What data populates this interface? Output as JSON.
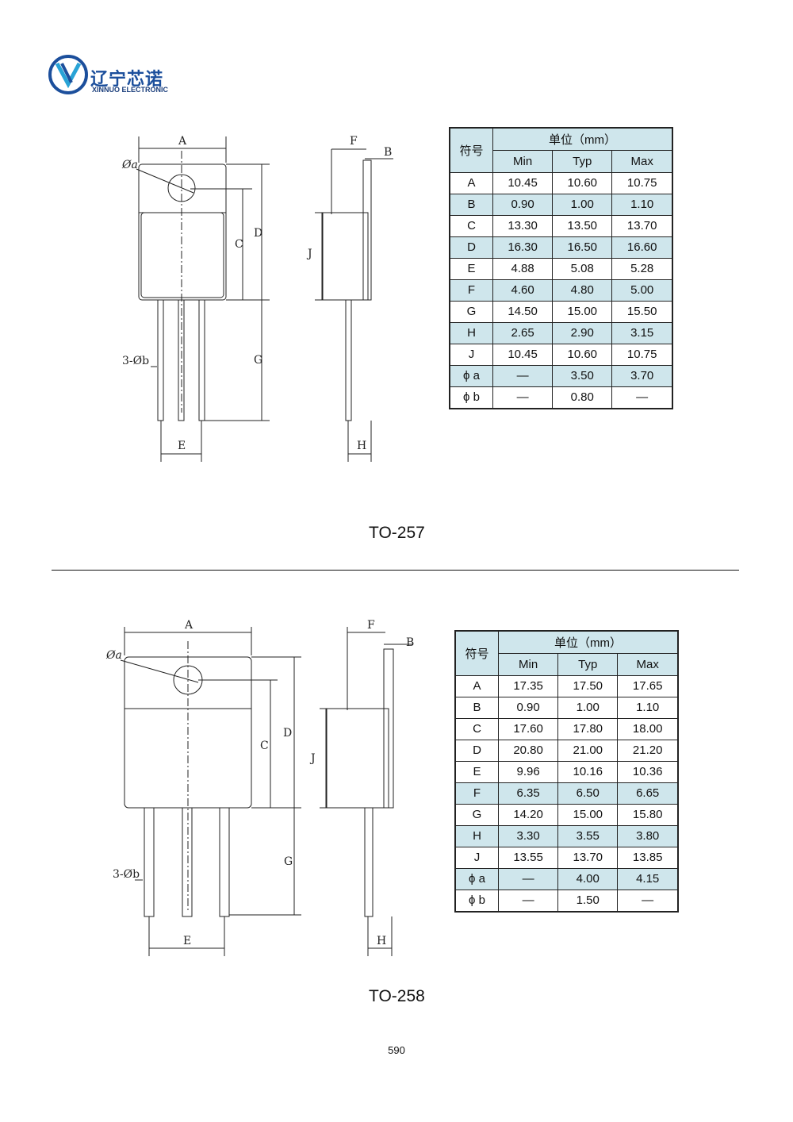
{
  "header": {
    "logo_text_cn": "辽宁芯诺",
    "logo_text_en": "XINNUO ELECTRONIC",
    "brand_color": "#1c4f9c"
  },
  "packages": [
    {
      "name": "TO-257",
      "labels": {
        "A": "A",
        "B": "B",
        "C": "C",
        "D": "D",
        "E": "E",
        "F": "F",
        "G": "G",
        "H": "H",
        "J": "J",
        "phi_a": "Øa",
        "phi_b": "3-Øb"
      },
      "table": {
        "symbol_header": "符号",
        "unit_header": "单位（mm）",
        "columns": [
          "Min",
          "Typ",
          "Max"
        ],
        "rows": [
          [
            "A",
            "10.45",
            "10.60",
            "10.75"
          ],
          [
            "B",
            "0.90",
            "1.00",
            "1.10"
          ],
          [
            "C",
            "13.30",
            "13.50",
            "13.70"
          ],
          [
            "D",
            "16.30",
            "16.50",
            "16.60"
          ],
          [
            "E",
            "4.88",
            "5.08",
            "5.28"
          ],
          [
            "F",
            "4.60",
            "4.80",
            "5.00"
          ],
          [
            "G",
            "14.50",
            "15.00",
            "15.50"
          ],
          [
            "H",
            "2.65",
            "2.90",
            "3.15"
          ],
          [
            "J",
            "10.45",
            "10.60",
            "10.75"
          ],
          [
            "ϕ a",
            "—",
            "3.50",
            "3.70"
          ],
          [
            "ϕ b",
            "—",
            "0.80",
            "—"
          ]
        ]
      }
    },
    {
      "name": "TO-258",
      "labels": {
        "A": "A",
        "B": "B",
        "C": "C",
        "D": "D",
        "E": "E",
        "F": "F",
        "G": "G",
        "H": "H",
        "J": "J",
        "phi_a": "Øa",
        "phi_b": "3-Øb"
      },
      "table": {
        "symbol_header": "符号",
        "unit_header": "单位（mm）",
        "columns": [
          "Min",
          "Typ",
          "Max"
        ],
        "rows": [
          [
            "A",
            "17.35",
            "17.50",
            "17.65"
          ],
          [
            "B",
            "0.90",
            "1.00",
            "1.10"
          ],
          [
            "C",
            "17.60",
            "17.80",
            "18.00"
          ],
          [
            "D",
            "20.80",
            "21.00",
            "21.20"
          ],
          [
            "E",
            "9.96",
            "10.16",
            "10.36"
          ],
          [
            "F",
            "6.35",
            "6.50",
            "6.65"
          ],
          [
            "G",
            "14.20",
            "15.00",
            "15.80"
          ],
          [
            "H",
            "3.30",
            "3.55",
            "3.80"
          ],
          [
            "J",
            "13.55",
            "13.70",
            "13.85"
          ],
          [
            "ϕ a",
            "—",
            "4.00",
            "4.15"
          ],
          [
            "ϕ b",
            "—",
            "1.50",
            "—"
          ]
        ]
      }
    }
  ],
  "footer": {
    "page_number": "590"
  },
  "colors": {
    "table_header_fill": "#cfe6ec",
    "line": "#222222"
  }
}
